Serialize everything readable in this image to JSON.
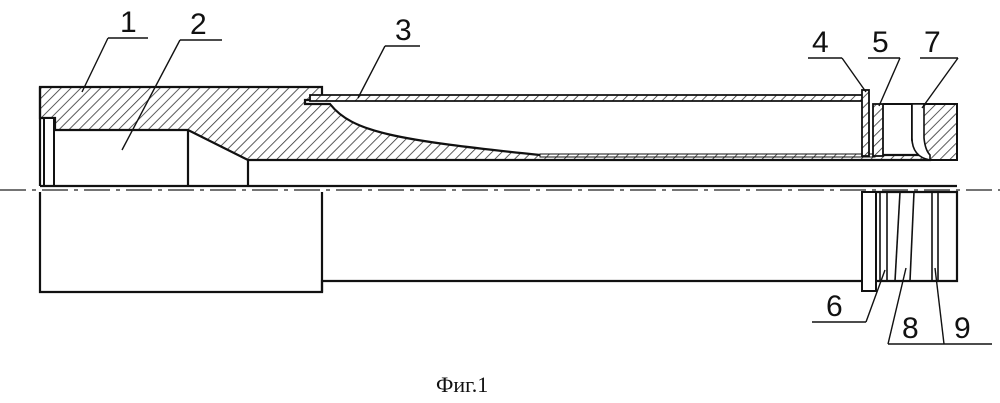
{
  "labels": {
    "l1": "1",
    "l2": "2",
    "l3": "3",
    "l4": "4",
    "l5": "5",
    "l6": "6",
    "l7": "7",
    "l8": "8",
    "l9": "9"
  },
  "caption": "Фиг.1"
}
